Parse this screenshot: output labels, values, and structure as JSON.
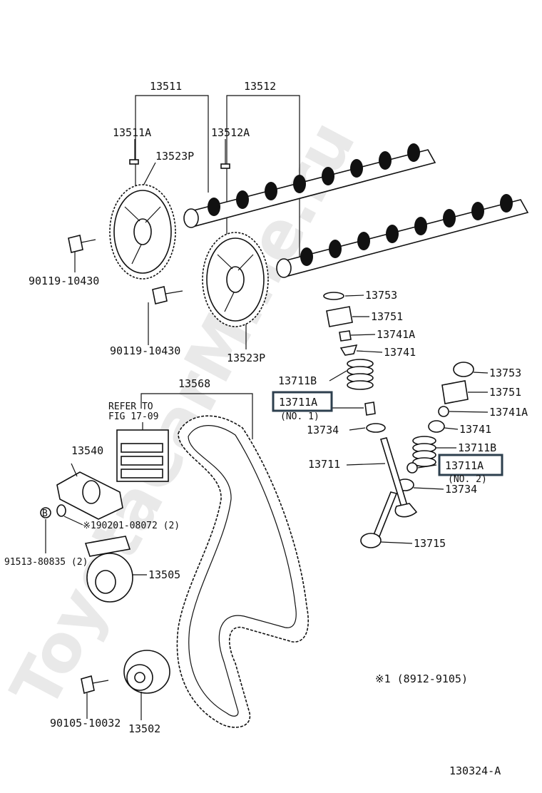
{
  "watermark": "ToyotaCarMine.ru",
  "labels": {
    "p13511": "13511",
    "p13512": "13512",
    "p13511A": "13511A",
    "p13512A": "13512A",
    "p13523P_top": "13523P",
    "p13523P_bottom": "13523P",
    "p90119_a": "90119-10430",
    "p90119_b": "90119-10430",
    "p13753_a": "13753",
    "p13751_a": "13751",
    "p13741A_a": "13741A",
    "p13741_a": "13741",
    "p13711B_a": "13711B",
    "p13711A_a": "13711A",
    "no1": "(NO. 1)",
    "p13734_a": "13734",
    "p13753_b": "13753",
    "p13751_b": "13751",
    "p13741A_b": "13741A",
    "p13741_b": "13741",
    "p13711B_b": "13711B",
    "p13711A_b": "13711A",
    "no2": "(NO. 2)",
    "p13734_b": "13734",
    "p13711": "13711",
    "p13715": "13715",
    "p13568": "13568",
    "refer1": "REFER TO",
    "refer2": "FIG 17-09",
    "p13540": "13540",
    "p190201": "※190201-08072 (2)",
    "p91513": "91513-80835 (2)",
    "p13505": "13505",
    "p13502": "13502",
    "p90105": "90105-10032",
    "note1": "※1 (8912-9105)",
    "figure_id": "130324-A"
  },
  "colors": {
    "highlight": "#2d3f4e",
    "ink": "#111111"
  }
}
